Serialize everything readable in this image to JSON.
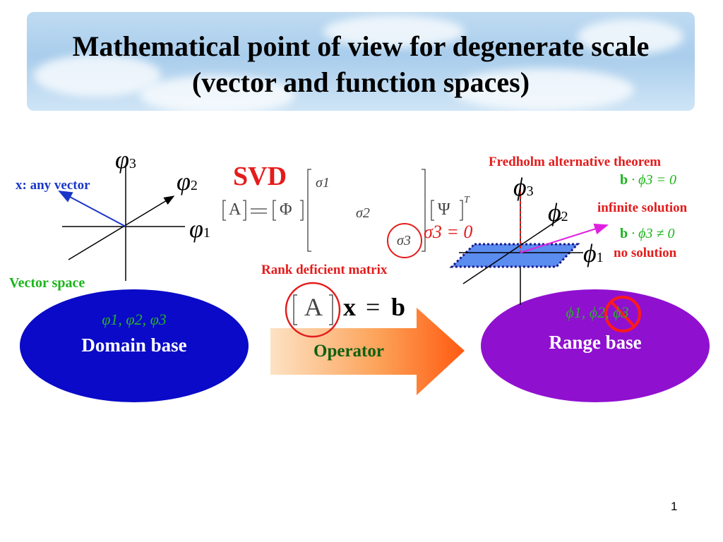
{
  "title": "Mathematical point of view for degenerate scale (vector and function spaces)",
  "left_axes": {
    "phi3": "φ",
    "phi3_sub": "3",
    "phi2": "φ",
    "phi2_sub": "2",
    "phi1": "φ",
    "phi1_sub": "1",
    "vector_label": "x: any vector",
    "space_label": "Vector space"
  },
  "domain": {
    "basis": "φ1, φ2, φ3",
    "label": "Domain base",
    "color": "#0a0ac8"
  },
  "svd": {
    "heading": "SVD",
    "A": "A",
    "Phi": "Φ",
    "Psi": "Ψ",
    "T": "T",
    "sigma1": "σ1",
    "sigma2": "σ2",
    "sigma3": "σ3",
    "sigma3_eq": "σ3 = 0",
    "rank_label": "Rank deficient matrix",
    "equation_A": "A",
    "equation_x": "x",
    "equation_eq": "=",
    "equation_b": "b",
    "heading_color": "#e41c1c"
  },
  "operator": {
    "label": "Operator"
  },
  "range": {
    "phi3": "ϕ",
    "phi3_sub": "3",
    "phi2": "ϕ",
    "phi2_sub": "2",
    "phi1": "ϕ",
    "phi1_sub": "1",
    "basis": "ϕ1, ϕ2, ϕ3",
    "label": "Range base",
    "color": "#9010d0"
  },
  "fredholm": {
    "heading": "Fredholm alternative theorem",
    "cond1_b": "b",
    "cond1_rest": "· ϕ3 = 0",
    "cond1_result": "infinite solution",
    "cond2_b": "b",
    "cond2_rest": "· ϕ3 ≠ 0",
    "cond2_result": "no solution"
  },
  "page_number": "1"
}
